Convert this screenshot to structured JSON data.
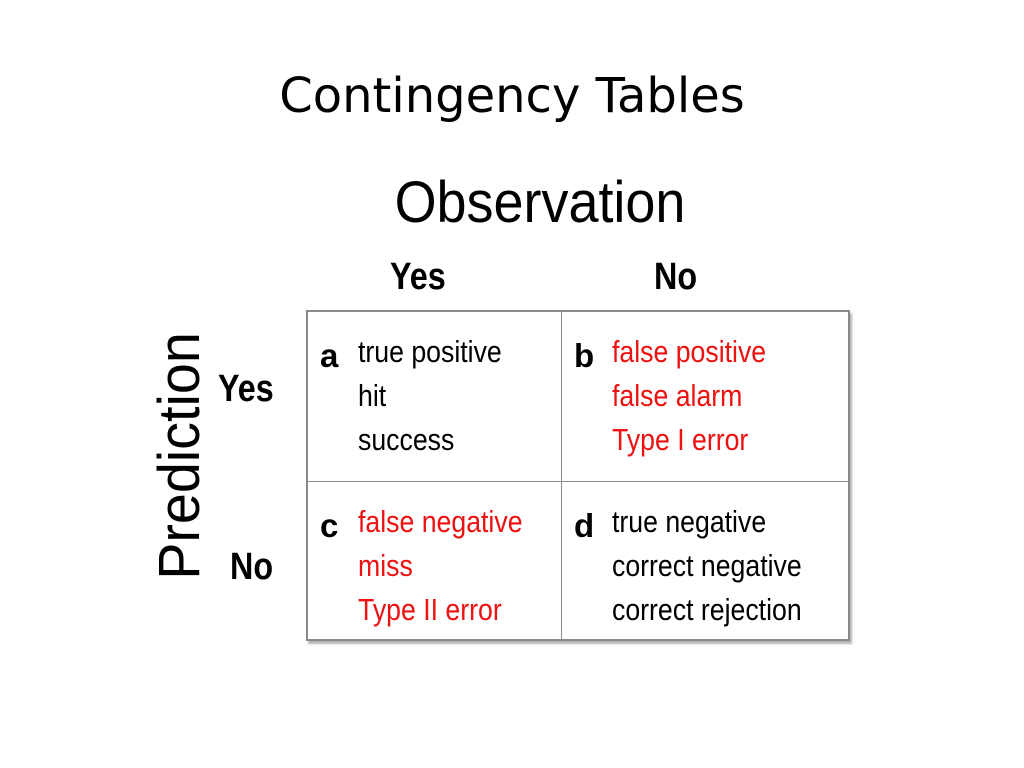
{
  "slide": {
    "title": "Contingency Tables"
  },
  "table": {
    "column_axis_label": "Observation",
    "row_axis_label": "Prediction",
    "columns": [
      "Yes",
      "No"
    ],
    "rows": [
      "Yes",
      "No"
    ],
    "cells": {
      "a": {
        "letter": "a",
        "color": "#000000",
        "lines": [
          "true positive",
          "hit",
          "success"
        ]
      },
      "b": {
        "letter": "b",
        "color": "#ee1111",
        "lines": [
          "false positive",
          "false alarm",
          "Type I error"
        ]
      },
      "c": {
        "letter": "c",
        "color": "#ee1111",
        "lines": [
          "false negative",
          "miss",
          "Type II error"
        ]
      },
      "d": {
        "letter": "d",
        "color": "#000000",
        "lines": [
          "true negative",
          "correct negative",
          "correct rejection"
        ]
      }
    }
  }
}
